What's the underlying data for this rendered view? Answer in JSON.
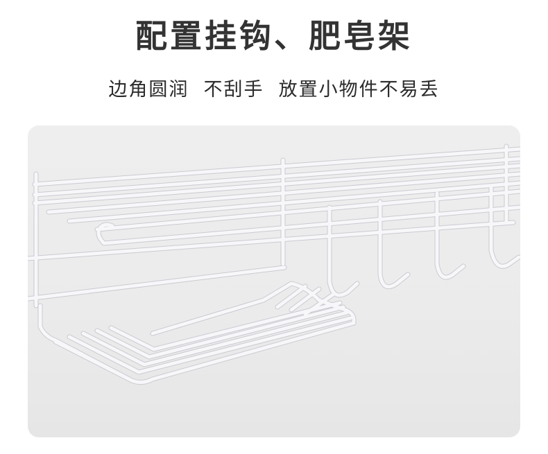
{
  "headline": "配置挂钩、肥皂架",
  "subline": "边角圆润  不刮手  放置小物件不易丢",
  "photo": {
    "subject": "white-wire-shelf-with-hooks-and-soap-holder",
    "background_color": "#ececec",
    "wire_color": "#f7f7f9",
    "wire_shadow_color": "#c9cad1"
  }
}
